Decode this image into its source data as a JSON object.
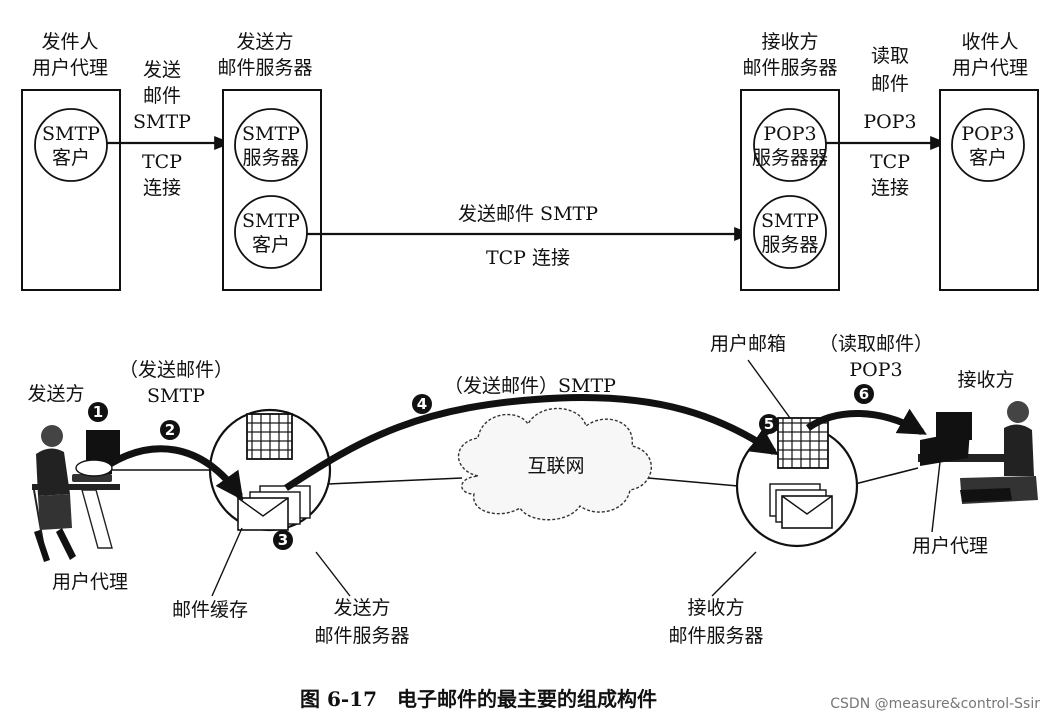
{
  "top": {
    "sender_agent": {
      "title": [
        "发件人",
        "用户代理"
      ],
      "circle": [
        "SMTP",
        "客户"
      ]
    },
    "sender_server": {
      "title": [
        "发送方",
        "邮件服务器"
      ],
      "circle_server": [
        "SMTP",
        "服务器"
      ],
      "circle_client": [
        "SMTP",
        "客户"
      ]
    },
    "receiver_server": {
      "title": [
        "接收方",
        "邮件服务器"
      ],
      "circle_pop3": [
        "POP3",
        "服务器器"
      ],
      "circle_smtp": [
        "SMTP",
        "服务器"
      ]
    },
    "receiver_agent": {
      "title": [
        "收件人",
        "用户代理"
      ],
      "circle": [
        "POP3",
        "客户"
      ]
    },
    "link1": {
      "above": [
        "发送",
        "邮件",
        "SMTP"
      ],
      "below": [
        "TCP",
        "连接"
      ]
    },
    "link2": {
      "above": "发送邮件 SMTP",
      "below": "TCP 连接"
    },
    "link3": {
      "above": [
        "读取",
        "邮件",
        "POP3"
      ],
      "below": [
        "TCP",
        "连接"
      ]
    }
  },
  "bottom": {
    "sender_label": "发送方",
    "receiver_label": "接收方",
    "step2_label": [
      "（发送邮件）",
      "SMTP"
    ],
    "step4_label": "（发送邮件）SMTP",
    "mailbox_label": "用户邮箱",
    "step6_label": [
      "（读取邮件）",
      "POP3"
    ],
    "internet_label": "互联网",
    "sender_agent_label": "用户代理",
    "receiver_agent_label": "用户代理",
    "cache_label": "邮件缓存",
    "sender_server_label": [
      "发送方",
      "邮件服务器"
    ],
    "receiver_server_label": [
      "接收方",
      "邮件服务器"
    ],
    "step_numbers": [
      "1",
      "2",
      "3",
      "4",
      "5",
      "6"
    ]
  },
  "caption": "图 6-17　电子邮件的最主要的组成构件",
  "watermark": "CSDN @measure&control-Ssir"
}
